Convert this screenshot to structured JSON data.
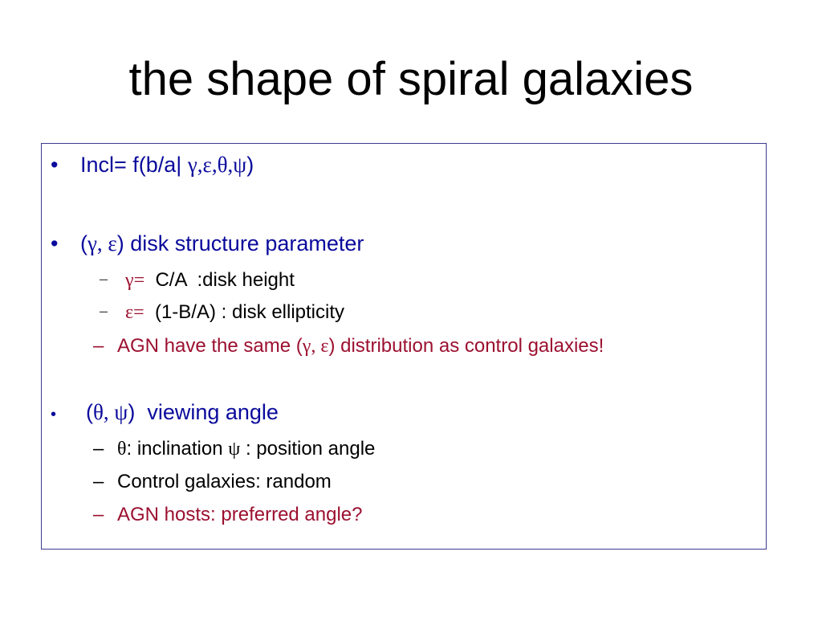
{
  "title": "the shape of spiral galaxies",
  "bullets": [
    {
      "marker": "•",
      "parts": [
        "Incl= f(b/a| ",
        "γ,ε,θ,ψ",
        ")"
      ]
    },
    {
      "marker": "•",
      "parts": [
        "(",
        "γ, ε",
        ") disk structure parameter"
      ],
      "sub": [
        {
          "marker": "–",
          "parts": [
            "γ=",
            "  C/A  :disk height"
          ]
        },
        {
          "marker": "–",
          "parts": [
            "ε=",
            "  (1-B/A) : disk ellipticity"
          ]
        },
        {
          "marker": "–",
          "parts": [
            "AGN have the same (",
            "γ, ε",
            ") distribution as control galaxies!"
          ],
          "color": "#9c1030"
        }
      ]
    },
    {
      "marker": "•",
      "parts": [
        "(",
        "θ, ψ",
        ")  viewing angle"
      ],
      "sub": [
        {
          "marker": "–",
          "parts": [
            "θ",
            ": inclination ",
            "ψ",
            " : position angle"
          ]
        },
        {
          "marker": "–",
          "parts": [
            "Control galaxies: random"
          ]
        },
        {
          "marker": "–",
          "parts": [
            "AGN hosts: preferred angle?"
          ],
          "color": "#9c1030"
        }
      ]
    }
  ],
  "colors": {
    "bullet_level1": "#0a0a9c",
    "emphasis": "#9c1030",
    "box_border": "#3b3b8f"
  }
}
